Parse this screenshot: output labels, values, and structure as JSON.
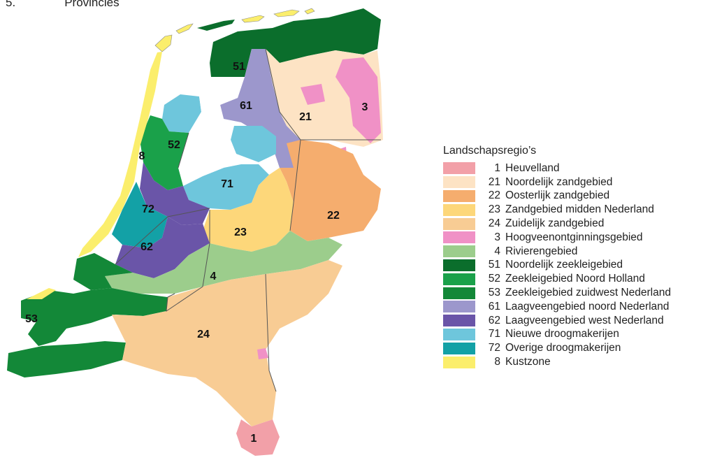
{
  "caption": {
    "number": "5.",
    "text": "Provincies"
  },
  "legend": {
    "title": "Landschapsregio’s",
    "items": [
      {
        "code": "1",
        "name": "Heuvelland",
        "color": "#f2a0a8"
      },
      {
        "code": "21",
        "name": "Noordelijk zandgebied",
        "color": "#fde3c4"
      },
      {
        "code": "22",
        "name": "Oosterlijk zandgebied",
        "color": "#f5ad6e"
      },
      {
        "code": "23",
        "name": "Zandgebied midden Nederland",
        "color": "#fdd77a"
      },
      {
        "code": "24",
        "name": "Zuidelijk zandgebied",
        "color": "#f8cc94"
      },
      {
        "code": "3",
        "name": "Hoogveenontginningsgebied",
        "color": "#f091c6"
      },
      {
        "code": "4",
        "name": "Rivierengebied",
        "color": "#9ccd8c"
      },
      {
        "code": "51",
        "name": "Noordelijk zeekleigebied",
        "color": "#0b6e2c"
      },
      {
        "code": "52",
        "name": "Zeekleigebied Noord Holland",
        "color": "#1aa14a"
      },
      {
        "code": "53",
        "name": "Zeekleigebied zuidwest Nederland",
        "color": "#138838"
      },
      {
        "code": "61",
        "name": "Laagveengebied noord Nederland",
        "color": "#9c97cc"
      },
      {
        "code": "62",
        "name": "Laagveengebied west Nederland",
        "color": "#6a55a8"
      },
      {
        "code": "71",
        "name": "Nieuwe droogmakerijen",
        "color": "#6ec6dc"
      },
      {
        "code": "72",
        "name": "Overige droogmakerijen",
        "color": "#13a1a6"
      },
      {
        "code": "8",
        "name": "Kustzone",
        "color": "#fbee6c"
      }
    ]
  },
  "map": {
    "labels": [
      "51",
      "61",
      "21",
      "3",
      "52",
      "8",
      "71",
      "72",
      "22",
      "23",
      "62",
      "4",
      "53",
      "24",
      "1"
    ],
    "colors": {
      "sea": "#ffffff",
      "border": "#555555"
    }
  }
}
